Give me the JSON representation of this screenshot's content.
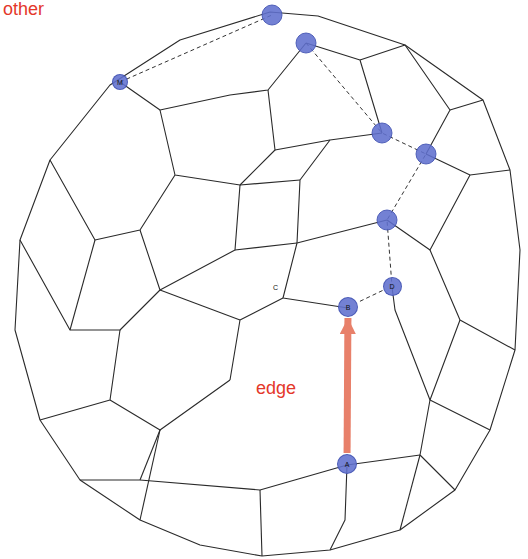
{
  "diagram": {
    "nodes": [
      {
        "text": [
          "M"
        ]
      },
      {
        "text": [
          "D"
        ]
      },
      {
        "text": [
          "B"
        ]
      },
      {
        "text": [
          "A"
        ]
      }
    ],
    "edges": [
      {
        "from": 3,
        "to": 2,
        "arrow": "to",
        "label": "edge"
      },
      {
        "from": 1,
        "to": 2,
        "arrow": "none"
      }
    ],
    "labels": [
      "other",
      "C"
    ]
  }
}
